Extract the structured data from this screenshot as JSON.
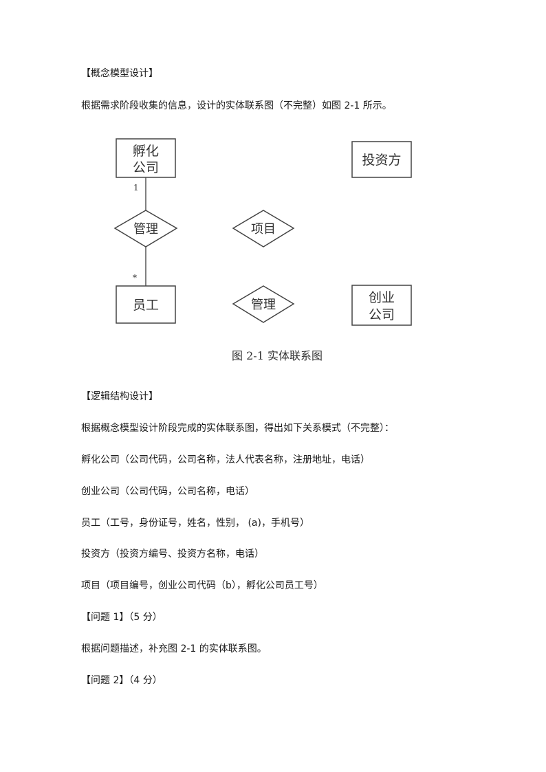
{
  "sections": {
    "concept_heading": "【概念模型设计】",
    "concept_desc": "根据需求阶段收集的信息，设计的实体联系图（不完整）如图 2-1 所示。",
    "logic_heading": "【逻辑结构设计】",
    "logic_desc": "根据概念模型设计阶段完成的实体联系图，得出如下关系模式（不完整）：",
    "schema_1": "孵化公司（公司代码，公司名称，法人代表名称，注册地址，电话）",
    "schema_2": "创业公司（公司代码，公司名称，电话）",
    "schema_3": "员工（工号，身份证号，姓名，性别，  (a)，手机号）",
    "schema_4": "投资方（投资方编号、投资方名称，电话）",
    "schema_5": "项目（项目编号，创业公司代码（b），孵化公司员工号）",
    "q1_heading": "【问题 1】（5 分）",
    "q1_desc": "根据问题描述，补充图 2-1 的实体联系图。",
    "q2_heading": "【问题 2】（4 分）"
  },
  "figure": {
    "caption": "图 2-1  实体联系图",
    "entities": {
      "incubator_line1": "孵化",
      "incubator_line2": "公司",
      "investor": "投资方",
      "employee": "员工",
      "startup_line1": "创业",
      "startup_line2": "公司"
    },
    "relationships": {
      "manage_left": "管理",
      "project": "项目",
      "manage_right": "管理"
    },
    "cardinality": {
      "top": "1",
      "bottom": "*"
    }
  }
}
